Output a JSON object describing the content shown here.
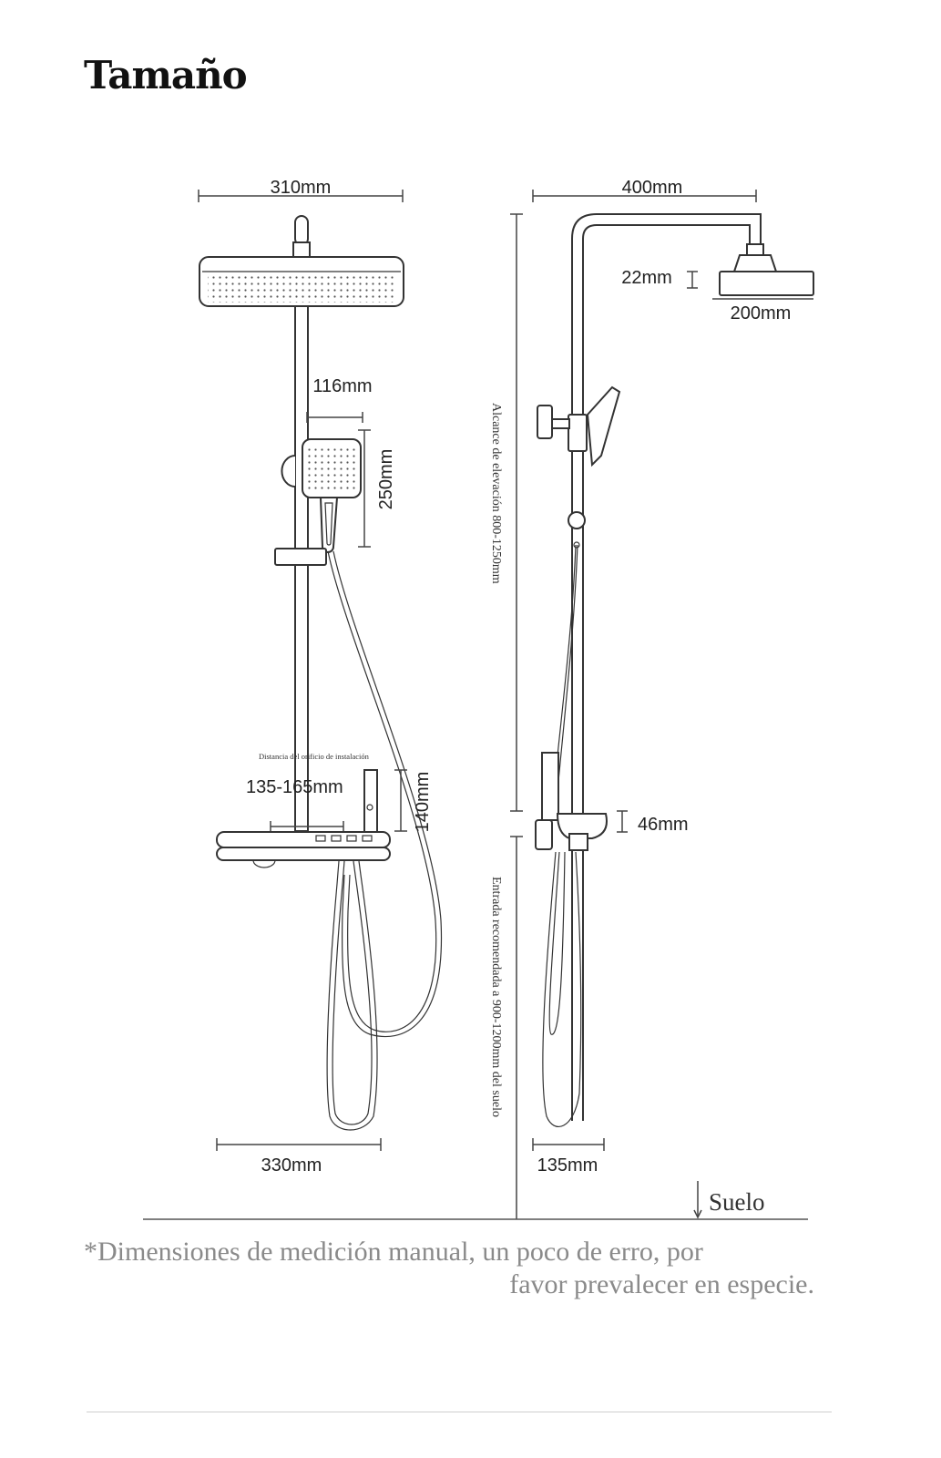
{
  "title": "Tamaño",
  "diagram": {
    "front_view": {
      "top_width": "310mm",
      "handheld_arm": "116mm",
      "handheld_height": "250mm",
      "hole_distance_caption": "Distancia del orificio de instalación",
      "hole_distance": "135-165mm",
      "mixer_height": "140mm",
      "bottom_width": "330mm"
    },
    "side_view": {
      "arm_length": "400mm",
      "head_thickness": "22mm",
      "head_diameter": "200mm",
      "shelf_height": "46mm",
      "bottom_depth": "135mm"
    },
    "lift_range": "Alcance de elevación 800-1250mm",
    "recommended_inlet": "Entrada recomendada a 900-1200mm del suelo",
    "floor_label": "Suelo"
  },
  "footnote": {
    "line1": "*Dimensiones de medición manual, un poco de erro, por",
    "line2": "favor prevalecer en especie."
  }
}
